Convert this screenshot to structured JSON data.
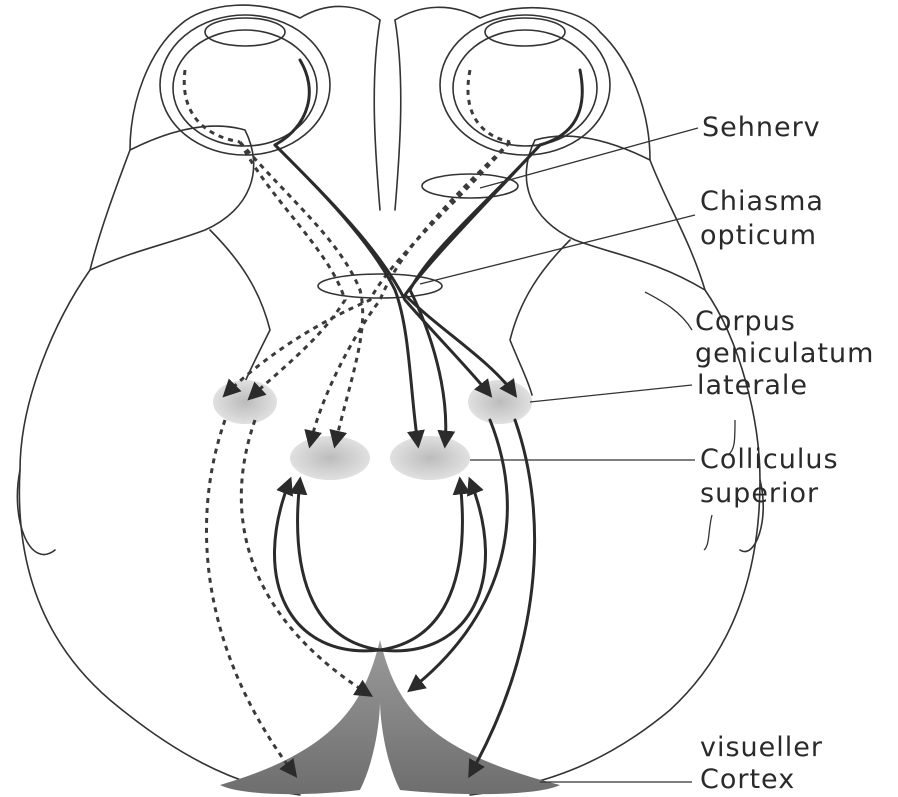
{
  "labels": {
    "optic_nerve": "Sehnerv",
    "chiasm_line1": "Chiasma",
    "chiasm_line2": "opticum",
    "lgn_line1": "Corpus",
    "lgn_line2": "geniculatum",
    "lgn_line3": "laterale",
    "sc_line1": "Colliculus",
    "sc_line2": "superior",
    "cortex_line1": "visueller",
    "cortex_line2": "Cortex"
  },
  "colors": {
    "line": "#2b2b2b",
    "nucleus_fill": "#c8c8c8",
    "cortex_fill": "#8a8a8a"
  }
}
